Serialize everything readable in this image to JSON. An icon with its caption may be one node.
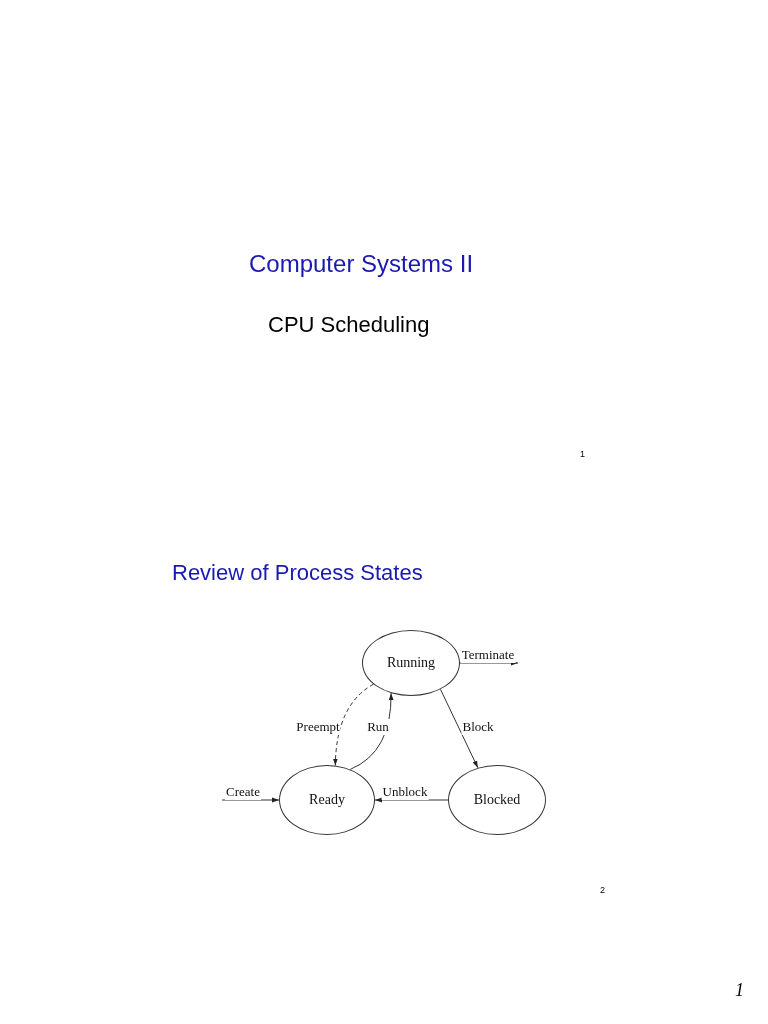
{
  "diagram": {
    "title": "Review of Process States",
    "nodes": [
      {
        "text": [
          "Running"
        ]
      },
      {
        "text": [
          "Ready"
        ]
      },
      {
        "text": [
          "Blocked"
        ]
      }
    ],
    "edges": [
      {
        "from": 0,
        "to": 1,
        "arrow": "to",
        "label": "Preempt",
        "style": "dashed"
      },
      {
        "from": 1,
        "to": 0,
        "arrow": "to",
        "label": "Run"
      },
      {
        "from": 0,
        "to": 2,
        "arrow": "to",
        "label": "Block"
      },
      {
        "from": 2,
        "to": 1,
        "arrow": "to",
        "label": "Unblock"
      },
      {
        "from": null,
        "to": 1,
        "arrow": "to",
        "label": "Create"
      },
      {
        "from": 0,
        "to": null,
        "arrow": "to",
        "label": "Terminate"
      }
    ],
    "labels": [
      "Computer Systems II",
      "CPU Scheduling",
      "1",
      "2",
      "1"
    ]
  }
}
